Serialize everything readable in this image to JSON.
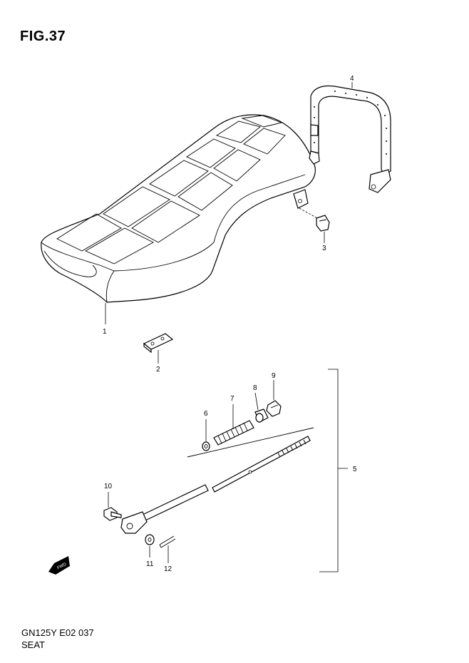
{
  "figure": {
    "title": "FIG.37",
    "model_code": "GN125Y E02 037",
    "section_name": "SEAT"
  },
  "callouts": [
    "1",
    "2",
    "3",
    "4",
    "5",
    "6",
    "7",
    "8",
    "9",
    "10",
    "11",
    "12"
  ],
  "fwd_badge": "FWD"
}
